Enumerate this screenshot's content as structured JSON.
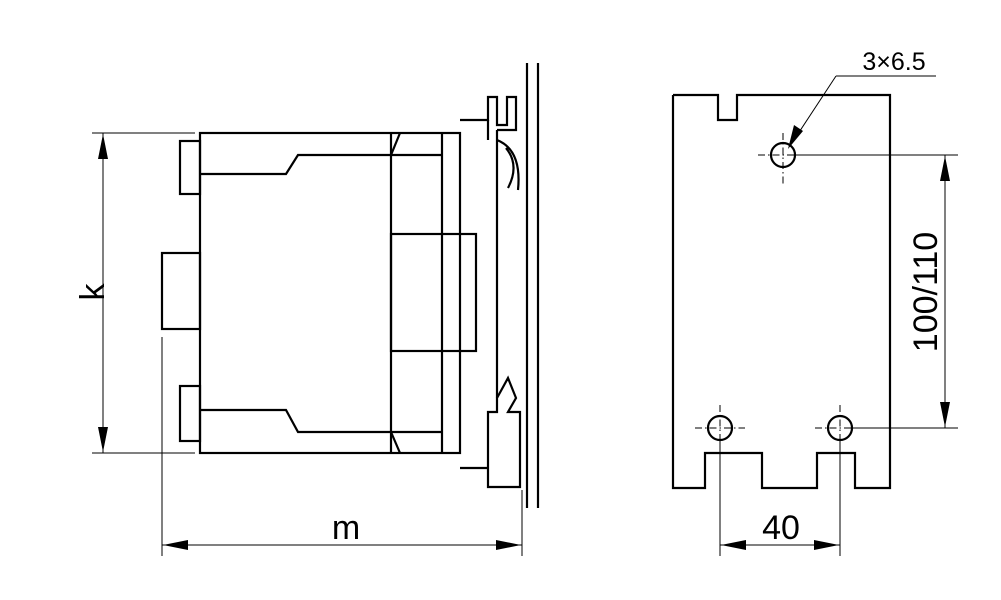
{
  "diagram": {
    "labels": {
      "dim_height": "k",
      "dim_depth": "m",
      "dim_hole_spacing_v": "100/110",
      "dim_hole_spacing_h": "40",
      "hole_callout": "3×6.5"
    },
    "colors": {
      "line": "#000000",
      "background": "#ffffff"
    }
  }
}
